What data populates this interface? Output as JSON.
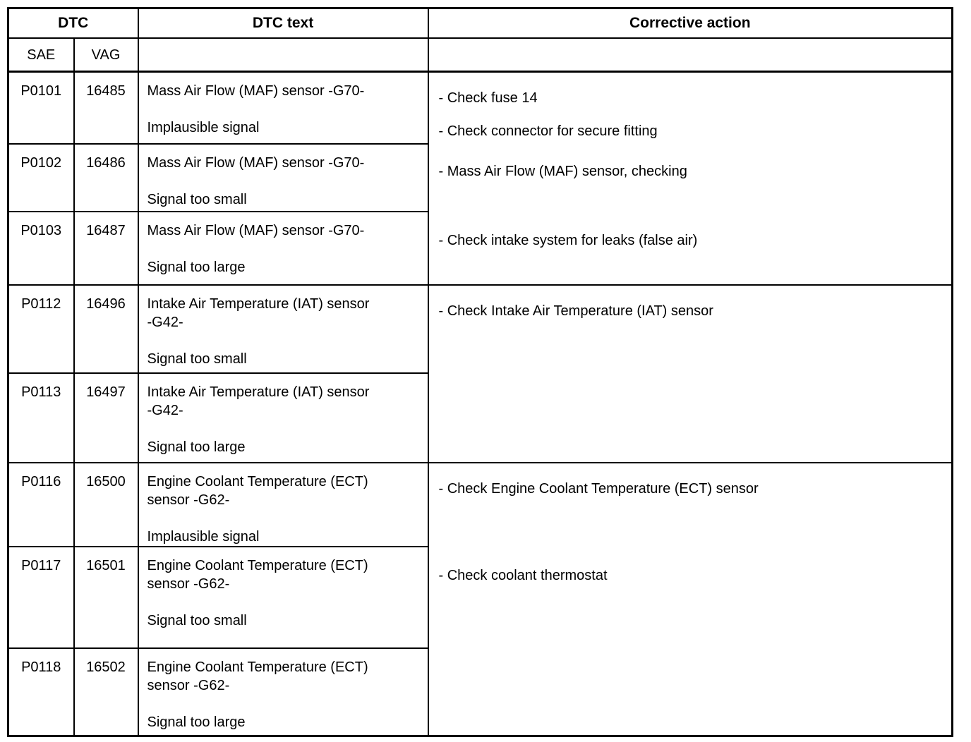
{
  "page": {
    "background_color": "#ffffff",
    "text_color": "#000000",
    "border_color": "#000000"
  },
  "table": {
    "header": {
      "dtc": "DTC",
      "sae": "SAE",
      "vag": "VAG",
      "dtc_text": "DTC text",
      "corrective_action": "Corrective action"
    },
    "groups": [
      {
        "rows": [
          {
            "sae": "P0101",
            "vag": "16485",
            "name": [
              "Mass Air Flow (MAF) sensor -G70-"
            ],
            "signal": "Implausible signal"
          },
          {
            "sae": "P0102",
            "vag": "16486",
            "name": [
              "Mass Air Flow (MAF) sensor -G70-"
            ],
            "signal": "Signal too small"
          },
          {
            "sae": "P0103",
            "vag": "16487",
            "name": [
              "Mass Air Flow (MAF) sensor -G70-"
            ],
            "signal": "Signal too large"
          }
        ],
        "corrective_actions": [
          "- Check fuse 14",
          "- Check connector for secure fitting",
          "- Mass Air Flow (MAF) sensor, checking",
          "- Check intake system for leaks (false air)"
        ]
      },
      {
        "rows": [
          {
            "sae": "P0112",
            "vag": "16496",
            "name": [
              "Intake Air Temperature (IAT) sensor",
              "-G42-"
            ],
            "signal": "Signal too small"
          },
          {
            "sae": "P0113",
            "vag": "16497",
            "name": [
              "Intake Air Temperature (IAT) sensor",
              "-G42-"
            ],
            "signal": "Signal too large"
          }
        ],
        "corrective_actions": [
          "- Check Intake Air Temperature (IAT) sensor"
        ]
      },
      {
        "rows": [
          {
            "sae": "P0116",
            "vag": "16500",
            "name": [
              "Engine Coolant Temperature (ECT)",
              "sensor -G62-"
            ],
            "signal": "Implausible signal"
          },
          {
            "sae": "P0117",
            "vag": "16501",
            "name": [
              "Engine Coolant Temperature (ECT)",
              "sensor -G62-"
            ],
            "signal": "Signal too small"
          },
          {
            "sae": "P0118",
            "vag": "16502",
            "name": [
              "Engine Coolant Temperature (ECT)",
              "sensor -G62-"
            ],
            "signal": "Signal too large"
          }
        ],
        "corrective_actions": [
          "- Check Engine Coolant Temperature (ECT) sensor",
          "- Check coolant thermostat"
        ]
      }
    ]
  }
}
